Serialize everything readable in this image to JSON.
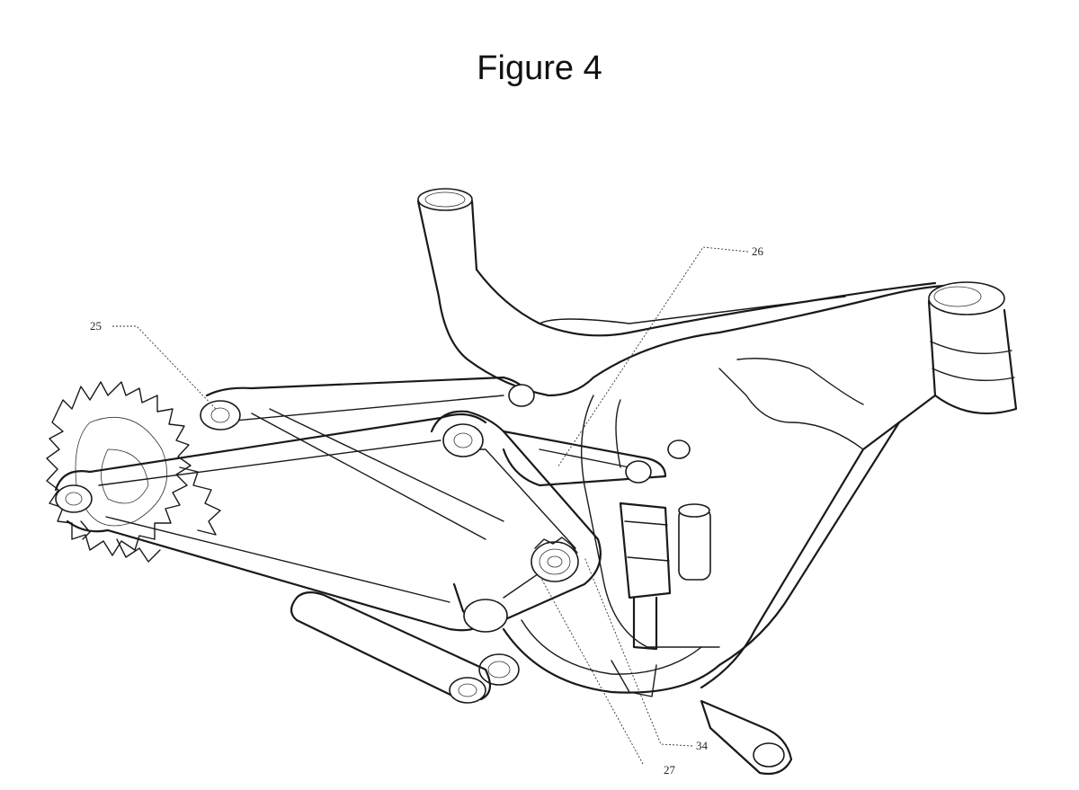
{
  "figure": {
    "title": "Figure 4"
  },
  "callouts": [
    {
      "id": "25",
      "text": "25"
    },
    {
      "id": "26",
      "text": "26"
    },
    {
      "id": "27",
      "text": "27"
    },
    {
      "id": "34",
      "text": "34"
    }
  ]
}
